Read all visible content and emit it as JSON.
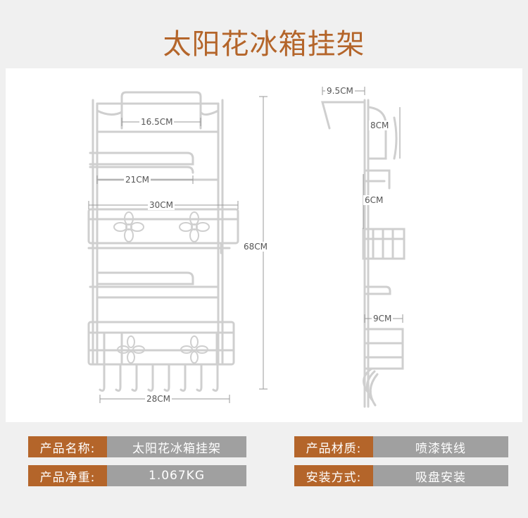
{
  "title": "太阳花冰箱挂架",
  "dimensions": {
    "top_width": "16.5CM",
    "roll_width": "21CM",
    "basket_width": "30CM",
    "height": "68CM",
    "bottom_width": "28CM",
    "side_hook": "9.5CM",
    "side_top": "8CM",
    "side_mid": "6CM",
    "side_bottom": "9CM"
  },
  "specs": [
    {
      "label": "产品名称:",
      "value": "太阳花冰箱挂架"
    },
    {
      "label": "产品材质:",
      "value": "喷漆铁线"
    },
    {
      "label": "产品净重:",
      "value": "1.067KG"
    },
    {
      "label": "安装方式:",
      "value": "吸盘安装"
    }
  ]
}
